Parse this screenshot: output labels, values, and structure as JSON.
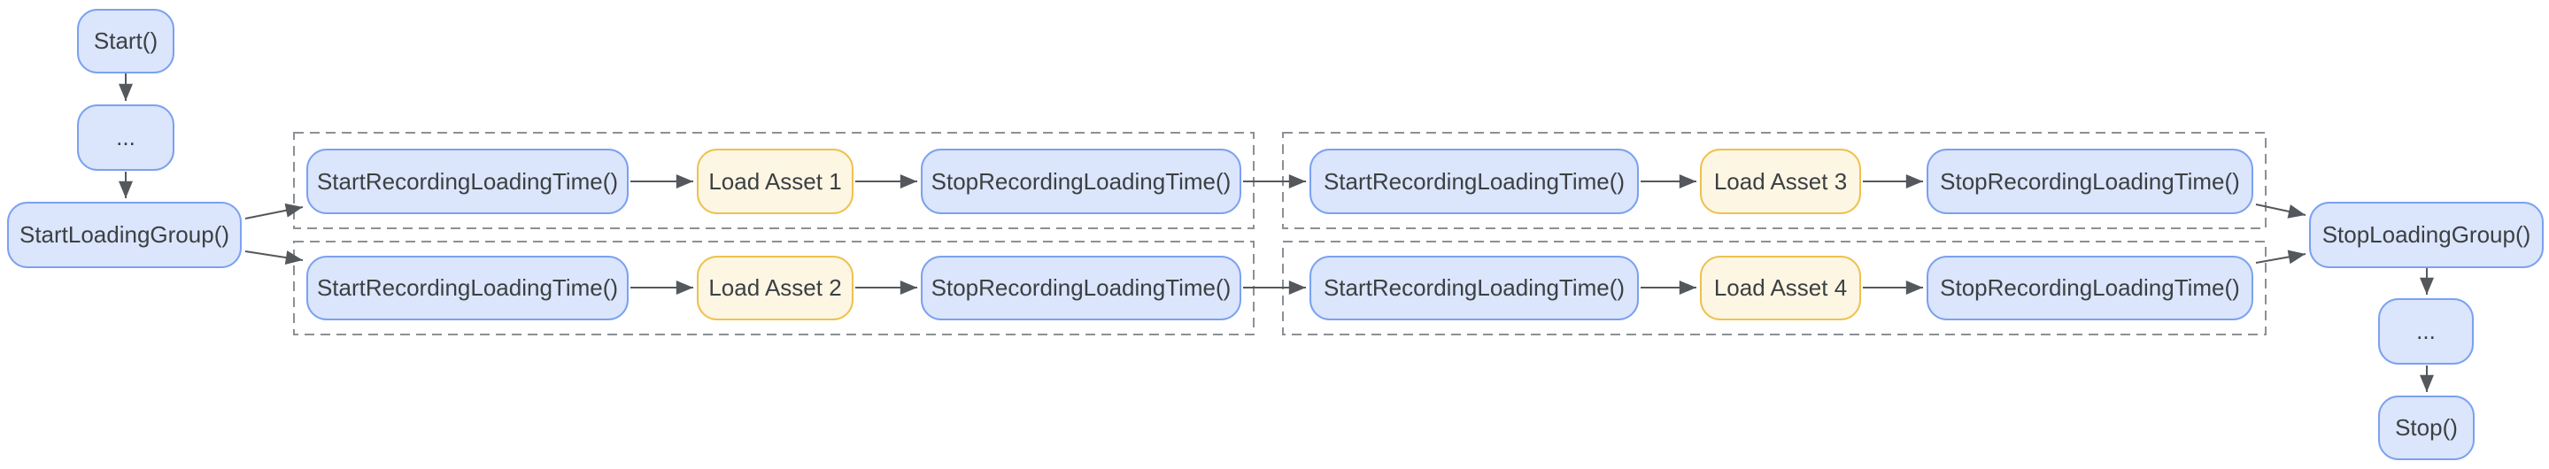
{
  "diagram": {
    "kind": "flowchart",
    "colors": {
      "background": "#ffffff",
      "call_node_fill": "#dbe5fb",
      "call_node_border": "#7ba1f0",
      "asset_node_fill": "#fdf6e3",
      "asset_node_border": "#eec14f",
      "node_text": "#3c4043",
      "arrow": "#54585c",
      "group_frame": "#8b9096"
    },
    "start_chain": [
      {
        "id": "start",
        "label": "Start()"
      },
      {
        "id": "ellipsis-top",
        "label": "..."
      },
      {
        "id": "start-loading-group",
        "label": "StartLoadingGroup()"
      }
    ],
    "groups": [
      {
        "rows": [
          {
            "steps": [
              {
                "kind": "call",
                "label": "StartRecordingLoadingTime()"
              },
              {
                "kind": "asset",
                "label": "Load Asset 1"
              },
              {
                "kind": "call",
                "label": "StopRecordingLoadingTime()"
              }
            ]
          },
          {
            "steps": [
              {
                "kind": "call",
                "label": "StartRecordingLoadingTime()"
              },
              {
                "kind": "asset",
                "label": "Load Asset 2"
              },
              {
                "kind": "call",
                "label": "StopRecordingLoadingTime()"
              }
            ]
          }
        ]
      },
      {
        "rows": [
          {
            "steps": [
              {
                "kind": "call",
                "label": "StartRecordingLoadingTime()"
              },
              {
                "kind": "asset",
                "label": "Load Asset 3"
              },
              {
                "kind": "call",
                "label": "StopRecordingLoadingTime()"
              }
            ]
          },
          {
            "steps": [
              {
                "kind": "call",
                "label": "StartRecordingLoadingTime()"
              },
              {
                "kind": "asset",
                "label": "Load Asset 4"
              },
              {
                "kind": "call",
                "label": "StopRecordingLoadingTime()"
              }
            ]
          }
        ]
      }
    ],
    "end_chain": [
      {
        "id": "stop-loading-group",
        "label": "StopLoadingGroup()"
      },
      {
        "id": "ellipsis-bottom",
        "label": "..."
      },
      {
        "id": "stop",
        "label": "Stop()"
      }
    ],
    "edges": [
      {
        "from": "start",
        "to": "ellipsis-top"
      },
      {
        "from": "ellipsis-top",
        "to": "start-loading-group"
      },
      {
        "from": "start-loading-group",
        "to": "group1-row1-start-recording"
      },
      {
        "from": "start-loading-group",
        "to": "group1-row2-start-recording"
      },
      {
        "from": "group1-row1-start-recording",
        "to": "load-asset-1"
      },
      {
        "from": "load-asset-1",
        "to": "group1-row1-stop-recording"
      },
      {
        "from": "group1-row1-stop-recording",
        "to": "group2-row1-start-recording"
      },
      {
        "from": "group1-row2-start-recording",
        "to": "load-asset-2"
      },
      {
        "from": "load-asset-2",
        "to": "group1-row2-stop-recording"
      },
      {
        "from": "group1-row2-stop-recording",
        "to": "group2-row2-start-recording"
      },
      {
        "from": "group2-row1-start-recording",
        "to": "load-asset-3"
      },
      {
        "from": "load-asset-3",
        "to": "group2-row1-stop-recording"
      },
      {
        "from": "group2-row2-start-recording",
        "to": "load-asset-4"
      },
      {
        "from": "load-asset-4",
        "to": "group2-row2-stop-recording"
      },
      {
        "from": "group2-row1-stop-recording",
        "to": "stop-loading-group"
      },
      {
        "from": "group2-row2-stop-recording",
        "to": "stop-loading-group"
      },
      {
        "from": "stop-loading-group",
        "to": "ellipsis-bottom"
      },
      {
        "from": "ellipsis-bottom",
        "to": "stop"
      }
    ]
  }
}
